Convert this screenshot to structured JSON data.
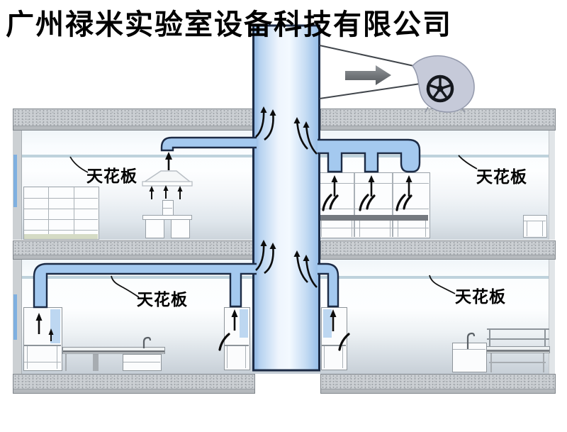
{
  "company_title": "广州禄米实验室设备科技有限公司",
  "labels": {
    "ceiling_upper_left": "天花板",
    "ceiling_upper_right": "天花板",
    "ceiling_lower_left": "天花板",
    "ceiling_lower_right": "天花板"
  },
  "colors": {
    "duct_fill": "#A4C9EF",
    "duct_outline": "#1C2B45",
    "slab_gray": "#CBCFD3",
    "fan_body": "#C6CAD9",
    "fan_wheel": "#15181E",
    "flow_arrow": "#0C0C0C",
    "direction_arrow": "#6A6E72",
    "ceiling_line": "#BED2DC",
    "wall_window_blue": "#7FB0E0",
    "text": "#000000"
  },
  "icons": {
    "fan": "centrifugal-fan-icon",
    "direction_arrow": "flow-direction-arrow-icon",
    "airflow_arrow": "airflow-up-arrow-icon",
    "pointer_line": "label-pointer-line"
  }
}
